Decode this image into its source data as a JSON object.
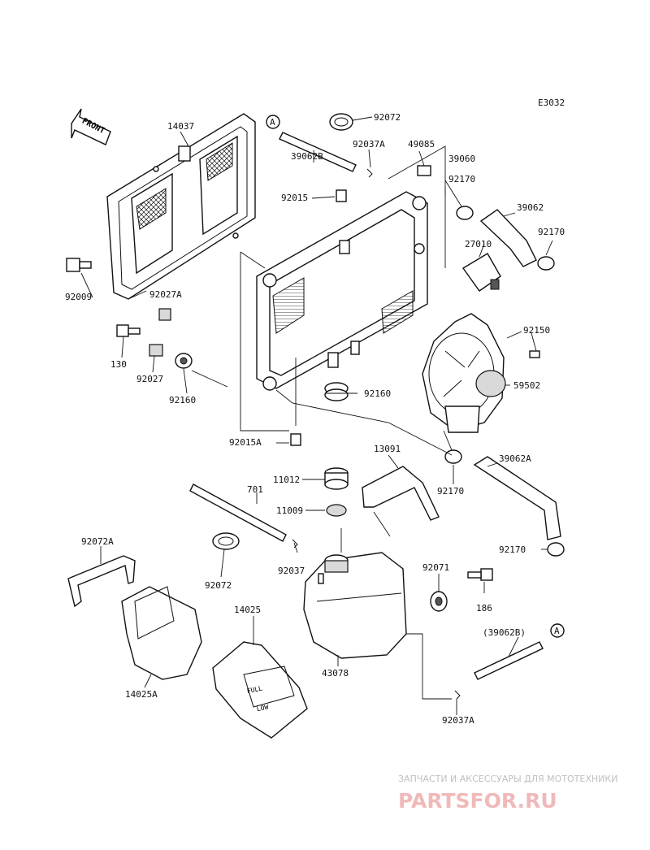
{
  "diagram_code": "E3032",
  "front_label": "FRONT",
  "ref_marker": "A",
  "ref_marker_2": "A",
  "parts": {
    "p14037": "14037",
    "p92072": "92072",
    "p39062B": "39062B",
    "p92037A": "92037A",
    "p49085": "49085",
    "p39060": "39060",
    "p92170a": "92170",
    "p92015": "92015",
    "p39062": "39062",
    "p92170b": "92170",
    "p27010": "27010",
    "p92009": "92009",
    "p92027A": "92027A",
    "p130": "130",
    "p92027": "92027",
    "p92150": "92150",
    "p92160a": "92160",
    "p92160b": "92160",
    "p59502": "59502",
    "p92015A": "92015A",
    "p13091": "13091",
    "p39062A": "39062A",
    "p11012": "11012",
    "p701": "701",
    "p92170c": "92170",
    "p11009": "11009",
    "p92072A": "92072A",
    "p92170d": "92170",
    "p92037": "92037",
    "p92071": "92071",
    "p92072b": "92072",
    "p14025": "14025",
    "p186": "186",
    "p39062B_ref": "(39062B)",
    "p43078": "43078",
    "p14025A": "14025A",
    "p92037A_b": "92037A"
  },
  "tank_marks": {
    "full": "FULL",
    "low": "LOW"
  },
  "watermark": {
    "tagline": "ЗАПЧАСТИ И АКСЕССУАРЫ ДЛЯ МОТОТЕХНИКИ",
    "logo": "PARTSFOR.RU"
  }
}
